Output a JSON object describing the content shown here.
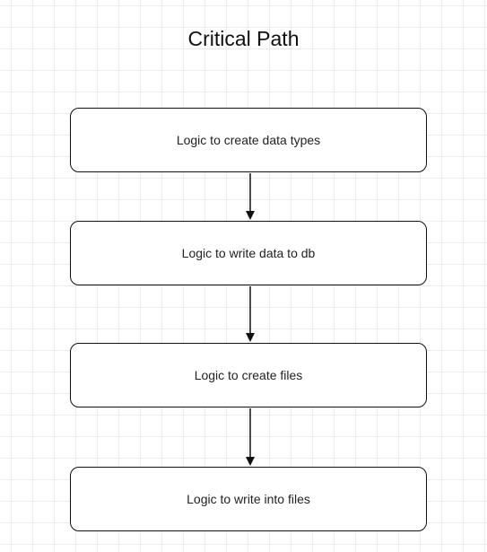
{
  "diagram": {
    "title": "Critical Path",
    "nodes": [
      {
        "label": "Logic to create data types"
      },
      {
        "label": "Logic to write data to db"
      },
      {
        "label": "Logic to create files"
      },
      {
        "label": "Logic to write into files"
      }
    ],
    "edges": [
      {
        "from": 0,
        "to": 1
      },
      {
        "from": 1,
        "to": 2
      },
      {
        "from": 2,
        "to": 3
      }
    ]
  }
}
